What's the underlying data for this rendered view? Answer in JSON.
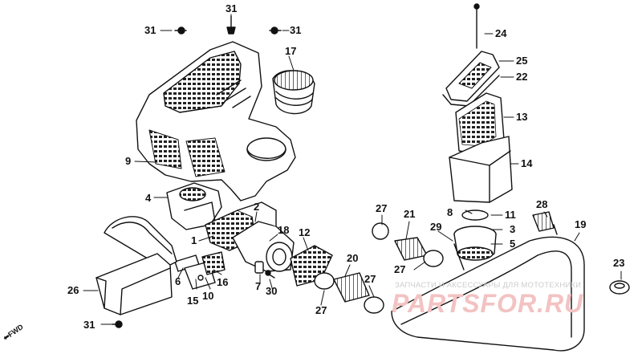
{
  "diagram": {
    "part_labels": {
      "p1": "1",
      "p2": "2",
      "p3": "3",
      "p4": "4",
      "p5": "5",
      "p6": "6",
      "p7": "7",
      "p8": "8",
      "p9": "9",
      "p10": "10",
      "p11": "11",
      "p12": "12",
      "p13": "13",
      "p14": "14",
      "p15": "15",
      "p16": "16",
      "p17": "17",
      "p18": "18",
      "p19": "19",
      "p20": "20",
      "p21": "21",
      "p22": "22",
      "p23": "23",
      "p24": "24",
      "p25": "25",
      "p26": "26",
      "p27a": "27",
      "p27b": "27",
      "p27c": "27",
      "p27d": "27",
      "p28": "28",
      "p29": "29",
      "p30": "30",
      "p31a": "31",
      "p31b": "31",
      "p31c": "31",
      "p31d": "31"
    },
    "direction_mark": "FWD",
    "colors": {
      "ink": "#111111",
      "watermark_text": "#cccccc",
      "watermark_logo": "#f3c2c2"
    }
  },
  "watermark": {
    "text": "ЗАПЧАСТИ И АКСЕССУАРЫ ДЛЯ МОТОТЕХНИКИ",
    "logo": "PARTSFOR.RU"
  }
}
